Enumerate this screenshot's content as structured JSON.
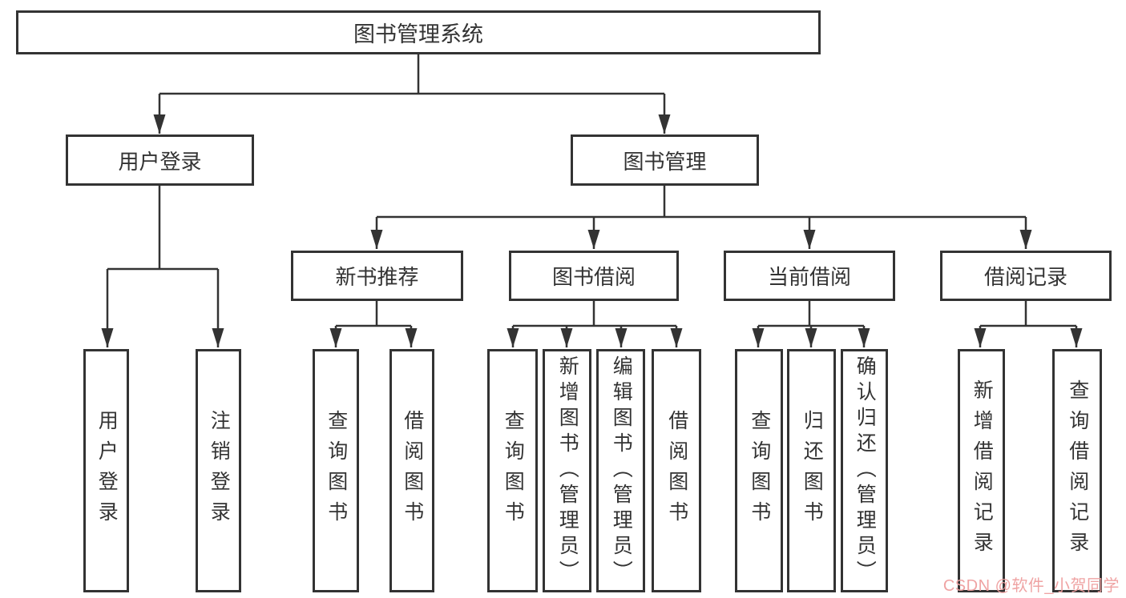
{
  "diagram": {
    "tree": {
      "root": {
        "label": "图书管理系统",
        "children": [
          {
            "label": "用户登录",
            "children": [
              {
                "label": "用户登录"
              },
              {
                "label": "注销登录"
              }
            ]
          },
          {
            "label": "图书管理",
            "children": [
              {
                "label": "新书推荐",
                "children": [
                  {
                    "label": "查询图书"
                  },
                  {
                    "label": "借阅图书"
                  }
                ]
              },
              {
                "label": "图书借阅",
                "children": [
                  {
                    "label": "查询图书"
                  },
                  {
                    "label": "新增图书（管理员）"
                  },
                  {
                    "label": "编辑图书（管理员）"
                  },
                  {
                    "label": "借阅图书"
                  }
                ]
              },
              {
                "label": "当前借阅",
                "children": [
                  {
                    "label": "查询图书"
                  },
                  {
                    "label": "归还图书"
                  },
                  {
                    "label": "确认归还（管理员）"
                  }
                ]
              },
              {
                "label": "借阅记录",
                "children": [
                  {
                    "label": "新增借阅记录"
                  },
                  {
                    "label": "查询借阅记录"
                  }
                ]
              }
            ]
          }
        ]
      }
    },
    "colors": {
      "line": "#333333",
      "box_border": "#333333",
      "text": "#333333",
      "background": "#ffffff"
    }
  },
  "watermark": {
    "text": "CSDN @软件_小贺同学",
    "color": "#ef9f9f"
  }
}
